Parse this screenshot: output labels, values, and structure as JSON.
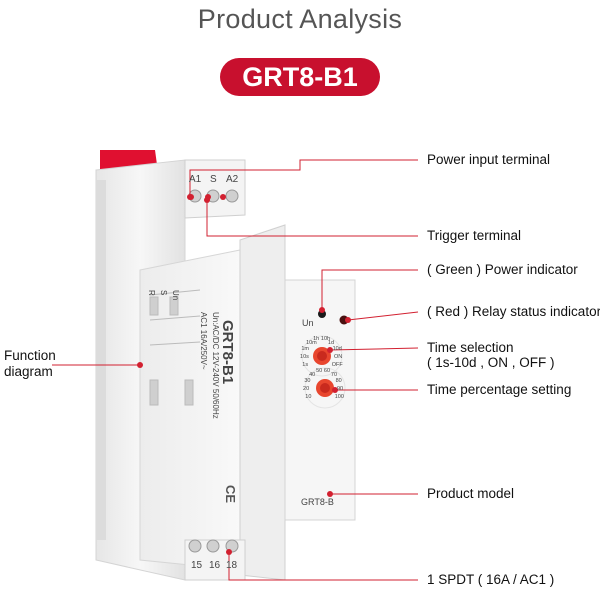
{
  "header": {
    "title": "Product Analysis",
    "model_badge": "GRT8-B1"
  },
  "callouts": {
    "power_input_terminal": "Power input terminal",
    "trigger_terminal": "Trigger terminal",
    "power_indicator": "( Green ) Power indicator",
    "relay_status_indicator": "( Red ) Relay status indicator",
    "time_selection_line1": "Time selection",
    "time_selection_line2": "( 1s-10d , ON , OFF )",
    "time_percentage_setting": "Time percentage setting",
    "product_model": "Product model",
    "spdt_rating": "1 SPDT ( 16A / AC1 )",
    "function_diagram_line1": "Function",
    "function_diagram_line2": "diagram"
  },
  "device": {
    "terminal_top_labels": [
      "A1",
      "S",
      "A2"
    ],
    "terminal_bottom_labels": [
      "15",
      "16",
      "18"
    ],
    "side_model": "GRT8-B1",
    "side_spec_line1": "Un:AC/DC 12V-240V 50/60Hz",
    "side_spec_line2": "AC1 16A/250V~",
    "front_un_label": "Un",
    "front_model": "GRT8-B",
    "ce_mark": "CE",
    "func_labels": [
      "Un",
      "S",
      "R"
    ],
    "time_scale_labels": [
      "1s",
      "10s",
      "1m",
      "10m",
      "1h",
      "10h",
      "1d",
      "10d",
      "ON",
      "OFF"
    ],
    "percent_scale_labels": [
      "10",
      "20",
      "30",
      "40",
      "50",
      "60",
      "70",
      "80",
      "90",
      "100"
    ]
  },
  "colors": {
    "accent_red": "#c8102e",
    "callout_line": "#d22030",
    "device_body": "#f2f2f2"
  }
}
